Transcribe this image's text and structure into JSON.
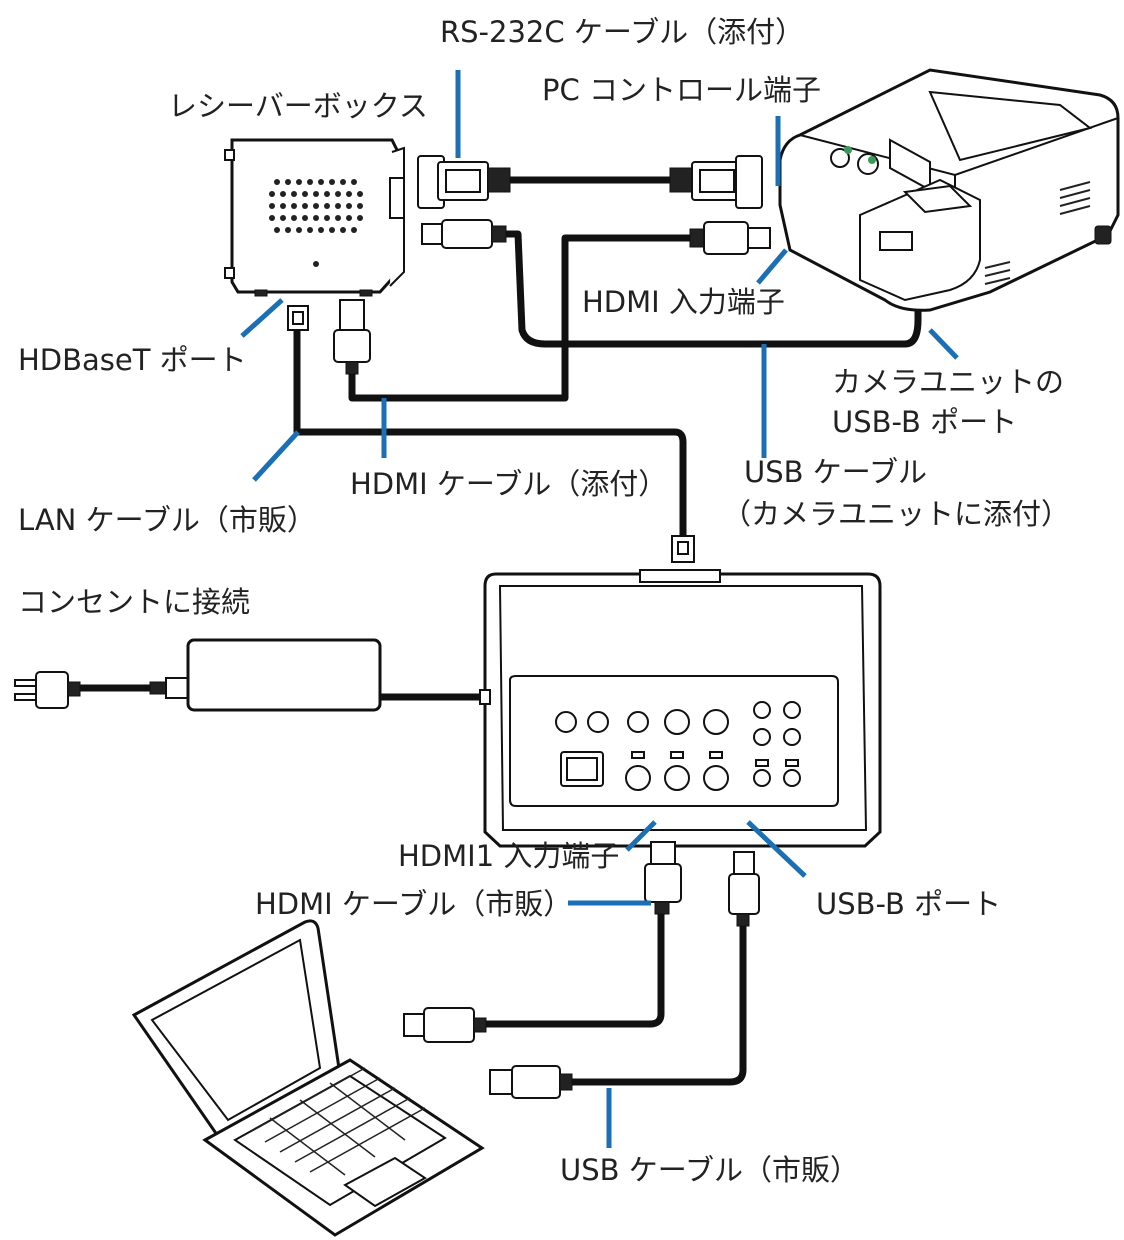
{
  "labels": {
    "rs232c_cable": "RS-232C ケーブル（添付）",
    "receiver_box": "レシーバーボックス",
    "pc_control_port": "PC コントロール端子",
    "hdmi_input_port": "HDMI 入力端子",
    "hdbaset_port": "HDBaseT ポート",
    "camera_usb_b_line1": "カメラユニットの",
    "camera_usb_b_line2": "USB-B ポート",
    "hdmi_cable_supplied": "HDMI ケーブル（添付）",
    "usb_cable_camera_line1": "USB ケーブル",
    "usb_cable_camera_line2": "（カメラユニットに添付）",
    "lan_cable": "LAN ケーブル（市販）",
    "outlet": "コンセントに接続",
    "hdmi1_input_port": "HDMI1 入力端子",
    "hdmi_cable_commercial": "HDMI ケーブル（市販）",
    "usb_b_port": "USB-B ポート",
    "usb_cable_commercial": "USB ケーブル（市販）"
  },
  "colors": {
    "leader": "#1a6fb5",
    "cable": "#111111",
    "device_outline": "#111111"
  },
  "icons": {
    "receiver_box": "receiver-box-icon",
    "projector": "projector-icon",
    "switcher": "switcher-device-icon",
    "laptop": "laptop-icon",
    "ac_adapter": "ac-adapter-icon",
    "power_plug": "power-plug-icon"
  }
}
